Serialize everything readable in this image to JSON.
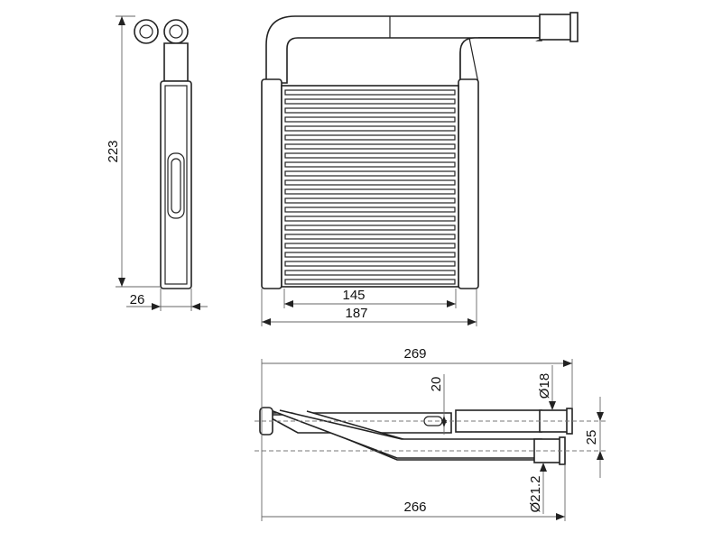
{
  "title": "Heater core dimensional drawing",
  "dimensions": {
    "height": "223",
    "depth": "26",
    "core_width": "145",
    "overall_width": "187",
    "total_length_top": "269",
    "total_length_bottom": "266",
    "offset": "20",
    "outlet_diameter": "Ø18",
    "pipe_spacing": "25",
    "inlet_diameter": "Ø21.2"
  },
  "colors": {
    "line": "#222222",
    "dimension": "#666666"
  }
}
